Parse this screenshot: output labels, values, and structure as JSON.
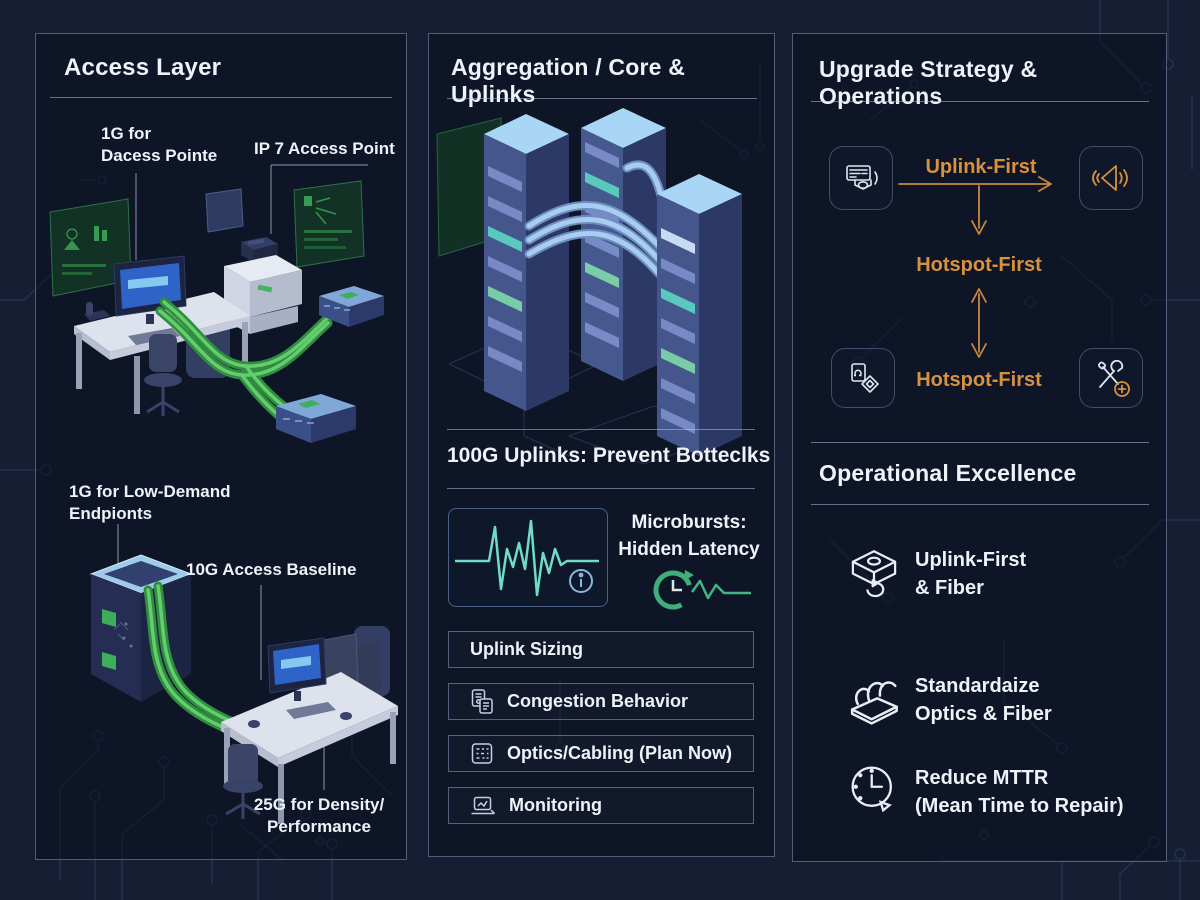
{
  "colors": {
    "background": "#161e34",
    "panel_border": "#94a8cd",
    "text": "#eef2f9",
    "accent_orange": "#d8913f",
    "cable_green": "#45b350",
    "wave_teal": "#6fdcc8",
    "rack_blue_light": "#a9d6f5",
    "screen_green": "#3fae5a"
  },
  "access": {
    "title": "Access Layer",
    "label_access_points": "1G for\nDacess Pointe",
    "label_ip7": "IP 7 Access Point",
    "label_low_demand": "1G for Low-Demand\nEndpionts",
    "label_baseline": "10G Access Baseline",
    "label_density": "25G for Density/\nPerformance"
  },
  "core": {
    "title": "Aggregation / Core & Uplinks",
    "heading": "100G Uplinks: Prevent Botteclks",
    "microbursts": "Microbursts:\nHidden Latency",
    "items": [
      {
        "label": "Uplink Sizing",
        "icon": "none"
      },
      {
        "label": "Congestion Behavior",
        "icon": "pages-icon"
      },
      {
        "label": "Optics/Cabling (Plan Now)",
        "icon": "dip-grid-icon"
      },
      {
        "label": "Monitoring",
        "icon": "laptop-icon"
      }
    ]
  },
  "upgrade": {
    "title": "Upgrade Strategy & Operations",
    "flow_step_1": "Uplink-First",
    "flow_step_2": "Hotspot-First",
    "flow_step_3": "Hotspot-First",
    "ops_title": "Operational Excellence",
    "ops_items": [
      {
        "label": "Uplink-First\n& Fiber",
        "icon": "network-box-icon"
      },
      {
        "label": "Standardaize\nOptics & Fiber",
        "icon": "fiber-cables-icon"
      },
      {
        "label": "Reduce MTTR\n(Mean Time to Repair)",
        "icon": "clock-icon"
      }
    ]
  }
}
